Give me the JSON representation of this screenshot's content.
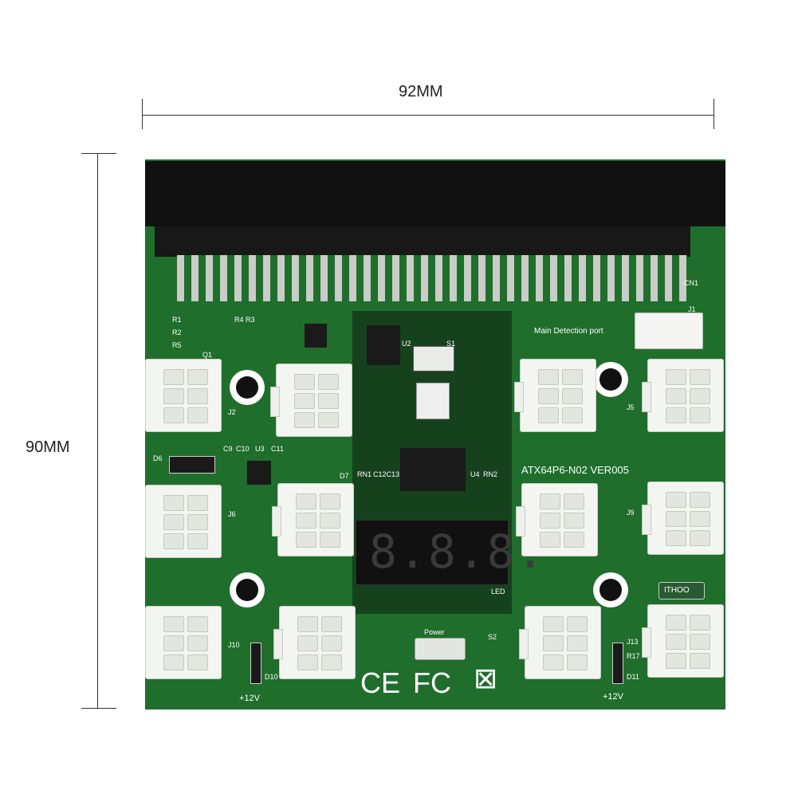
{
  "dimensions": {
    "width_label": "92MM",
    "height_label": "90MM"
  },
  "board": {
    "model_label": "ATX64P6-N02 VER005",
    "detection_port_label": "Main Detection port",
    "power_label": "Power",
    "led_label": "LED",
    "brand_label": "ITHOO",
    "volt_left": "+12V",
    "volt_right": "+12V",
    "cn1": "CN1",
    "j1": "J1",
    "s1": "S1",
    "s2": "S2",
    "u2": "U2",
    "u3": "U3",
    "u4": "U4",
    "d6": "D6",
    "d7": "D7",
    "d10": "D10",
    "d11": "D11",
    "rn1": "RN1",
    "rn2": "RN2",
    "c9": "C9",
    "c10": "C10",
    "c11": "C11",
    "c12c13": "C12C13",
    "r1": "R1",
    "r2": "R2",
    "r3": "R3",
    "r4": "R4",
    "r5": "R5",
    "r17": "R17",
    "q1": "Q1",
    "j2": "J2",
    "j5": "J5",
    "j6": "J6",
    "j9": "J9",
    "j10": "J10",
    "j13": "J13",
    "ce_mark": "CE",
    "fcc_mark": "FC"
  },
  "display": {
    "digits": "8.8.8."
  }
}
